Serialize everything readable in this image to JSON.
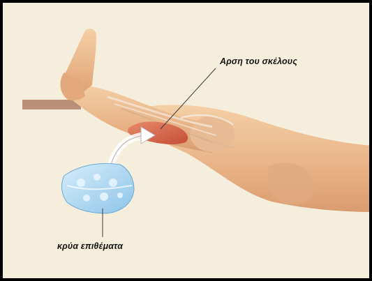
{
  "labels": {
    "leg_raise": "Αρση του σκέλους",
    "cold_packs": "κρύα επιθέματα"
  },
  "colors": {
    "background": "#f6eedd",
    "frame": "#000000",
    "skin": "#ecb98c",
    "muscle": "#d05c42",
    "ice_pack": "#a8d4ee",
    "support_bar": "#b98f78"
  },
  "icons": [
    "leg-illustration",
    "ice-pack-icon",
    "curved-arrow-icon"
  ]
}
